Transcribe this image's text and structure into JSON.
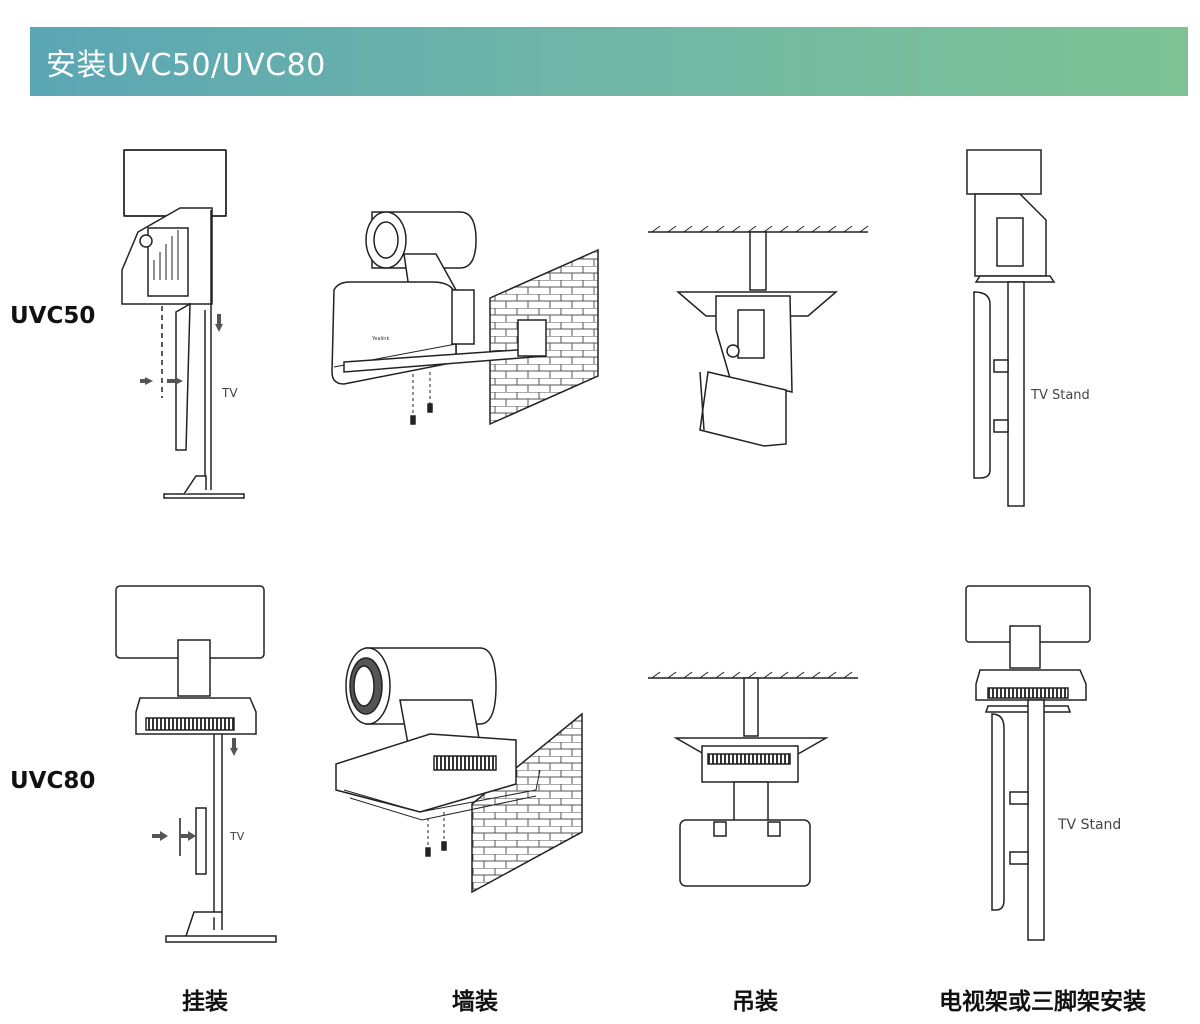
{
  "header": {
    "title": "安装UVC50/UVC80",
    "color_start": "#5aa6b4",
    "color_end": "#7ec295"
  },
  "rows": [
    {
      "label": "UVC50"
    },
    {
      "label": "UVC80"
    }
  ],
  "columns": [
    {
      "label": "挂装"
    },
    {
      "label": "墙装"
    },
    {
      "label": "吊装"
    },
    {
      "label": "电视架或三脚架安装"
    }
  ],
  "annotations": {
    "tv": "TV",
    "tv_stand": "TV Stand"
  }
}
